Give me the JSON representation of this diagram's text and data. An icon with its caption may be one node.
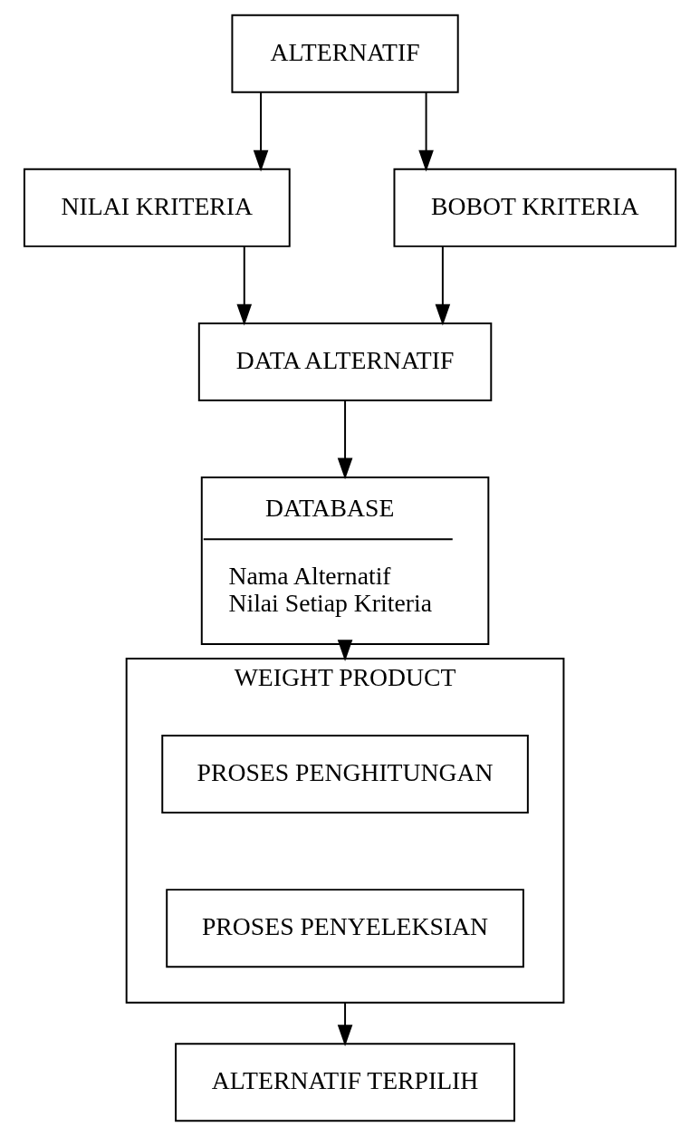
{
  "diagram": {
    "nodes": [
      {
        "text": [
          "ALTERNATIF"
        ]
      },
      {
        "text": [
          "NILAI KRITERIA"
        ]
      },
      {
        "text": [
          "BOBOT KRITERIA"
        ]
      },
      {
        "text": [
          "DATA ALTERNATIF"
        ]
      },
      {
        "text": [
          "DATABASE",
          "Nama Alternatif",
          "Nilai Setiap Kriteria"
        ]
      },
      {
        "text": [
          "WEIGHT PRODUCT"
        ]
      },
      {
        "text": [
          "PROSES PENGHITUNGAN"
        ],
        "in": 5
      },
      {
        "text": [
          "PROSES PENYELEKSIAN"
        ],
        "in": 5
      },
      {
        "text": [
          "ALTERNATIF TERPILIH"
        ]
      }
    ],
    "edges": [
      {
        "from": 0,
        "to": 1,
        "arrow": "to"
      },
      {
        "from": 0,
        "to": 2,
        "arrow": "to"
      },
      {
        "from": 1,
        "to": 3,
        "arrow": "to"
      },
      {
        "from": 2,
        "to": 3,
        "arrow": "to"
      },
      {
        "from": 3,
        "to": 4,
        "arrow": "to"
      },
      {
        "from": 4,
        "to": 5,
        "arrow": "to"
      },
      {
        "from": 5,
        "to": 8,
        "arrow": "to"
      }
    ]
  }
}
